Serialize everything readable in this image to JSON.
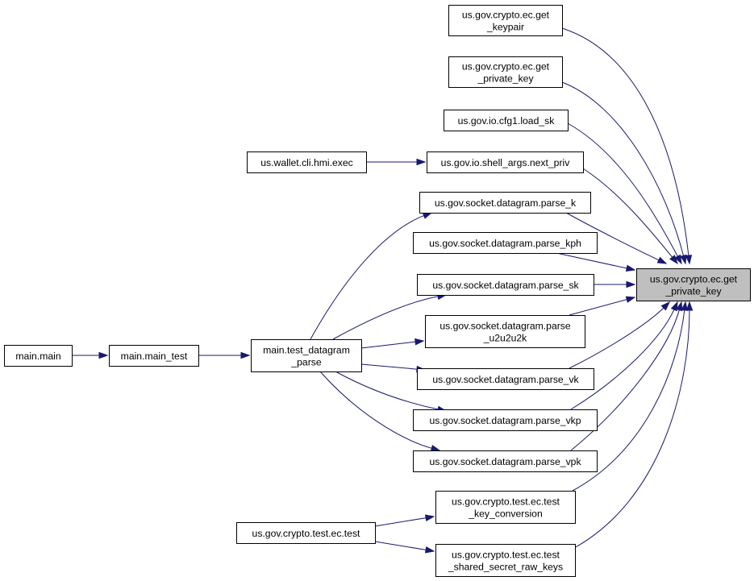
{
  "graph": {
    "kind": "caller-graph",
    "focus": "get_private_key",
    "nodes": [
      {
        "id": "get_keypair",
        "lines": [
          "us.gov.crypto.ec.get",
          "_keypair"
        ]
      },
      {
        "id": "get_private_key_caller",
        "lines": [
          "us.gov.crypto.ec.get",
          "_private_key"
        ]
      },
      {
        "id": "load_sk",
        "lines": [
          "us.gov.io.cfg1.load_sk"
        ]
      },
      {
        "id": "hmi_exec",
        "lines": [
          "us.wallet.cli.hmi.exec"
        ]
      },
      {
        "id": "next_priv",
        "lines": [
          "us.gov.io.shell_args.next_priv"
        ]
      },
      {
        "id": "parse_k",
        "lines": [
          "us.gov.socket.datagram.parse_k"
        ]
      },
      {
        "id": "parse_kph",
        "lines": [
          "us.gov.socket.datagram.parse_kph"
        ]
      },
      {
        "id": "get_private_key",
        "lines": [
          "us.gov.crypto.ec.get",
          "_private_key"
        ]
      },
      {
        "id": "parse_sk",
        "lines": [
          "us.gov.socket.datagram.parse_sk"
        ]
      },
      {
        "id": "parse_u2u2u2k",
        "lines": [
          "us.gov.socket.datagram.parse",
          "_u2u2u2k"
        ]
      },
      {
        "id": "main_main",
        "lines": [
          "main.main"
        ]
      },
      {
        "id": "main_test",
        "lines": [
          "main.main_test"
        ]
      },
      {
        "id": "test_datagram_parse",
        "lines": [
          "main.test_datagram",
          "_parse"
        ]
      },
      {
        "id": "parse_vk",
        "lines": [
          "us.gov.socket.datagram.parse_vk"
        ]
      },
      {
        "id": "parse_vkp",
        "lines": [
          "us.gov.socket.datagram.parse_vkp"
        ]
      },
      {
        "id": "parse_vpk",
        "lines": [
          "us.gov.socket.datagram.parse_vpk"
        ]
      },
      {
        "id": "test_key_conversion",
        "lines": [
          "us.gov.crypto.test.ec.test",
          "_key_conversion"
        ]
      },
      {
        "id": "ec_test",
        "lines": [
          "us.gov.crypto.test.ec.test"
        ]
      },
      {
        "id": "test_shared_secret",
        "lines": [
          "us.gov.crypto.test.ec.test",
          "_shared_secret_raw_keys"
        ]
      }
    ],
    "edges": [
      {
        "from": "get_keypair",
        "to": "get_private_key"
      },
      {
        "from": "get_private_key_caller",
        "to": "get_private_key"
      },
      {
        "from": "load_sk",
        "to": "get_private_key"
      },
      {
        "from": "next_priv",
        "to": "get_private_key"
      },
      {
        "from": "hmi_exec",
        "to": "next_priv"
      },
      {
        "from": "parse_k",
        "to": "get_private_key"
      },
      {
        "from": "parse_kph",
        "to": "get_private_key"
      },
      {
        "from": "parse_sk",
        "to": "get_private_key"
      },
      {
        "from": "parse_u2u2u2k",
        "to": "get_private_key"
      },
      {
        "from": "parse_vk",
        "to": "get_private_key"
      },
      {
        "from": "parse_vkp",
        "to": "get_private_key"
      },
      {
        "from": "parse_vpk",
        "to": "get_private_key"
      },
      {
        "from": "test_key_conversion",
        "to": "get_private_key"
      },
      {
        "from": "test_shared_secret",
        "to": "get_private_key"
      },
      {
        "from": "main_main",
        "to": "main_test"
      },
      {
        "from": "main_test",
        "to": "test_datagram_parse"
      },
      {
        "from": "test_datagram_parse",
        "to": "parse_k"
      },
      {
        "from": "test_datagram_parse",
        "to": "parse_sk"
      },
      {
        "from": "test_datagram_parse",
        "to": "parse_u2u2u2k"
      },
      {
        "from": "test_datagram_parse",
        "to": "parse_vk"
      },
      {
        "from": "test_datagram_parse",
        "to": "parse_vkp"
      },
      {
        "from": "test_datagram_parse",
        "to": "parse_vpk"
      },
      {
        "from": "ec_test",
        "to": "test_key_conversion"
      },
      {
        "from": "ec_test",
        "to": "test_shared_secret"
      }
    ],
    "colors": {
      "edge": "#191970",
      "node_border": "#000000",
      "node_fill": "#ffffff",
      "focus_fill": "#bfbfbf"
    }
  }
}
